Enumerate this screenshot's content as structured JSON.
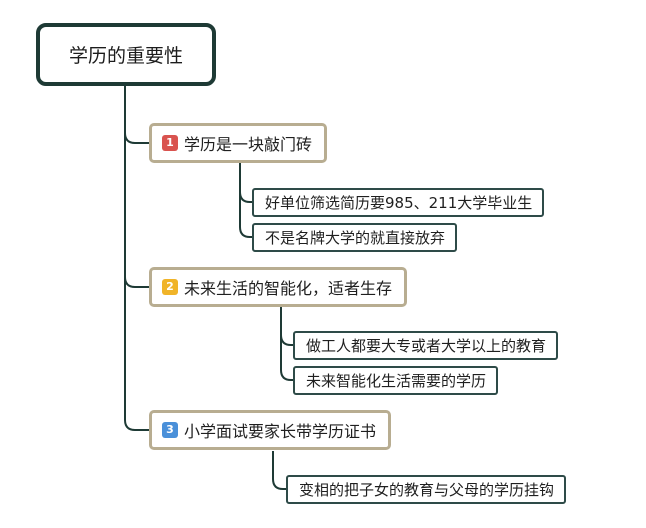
{
  "root": {
    "label": "学历的重要性"
  },
  "branches": [
    {
      "badge": "1",
      "badge_color": "#d9534f",
      "label": "学历是一块敲门砖",
      "children": [
        "好单位筛选简历要985、211大学毕业生",
        "不是名牌大学的就直接放弃"
      ]
    },
    {
      "badge": "2",
      "badge_color": "#f0b429",
      "label": "未来生活的智能化，适者生存",
      "children": [
        "做工人都要大专或者大学以上的教育",
        "未来智能化生活需要的学历"
      ]
    },
    {
      "badge": "3",
      "badge_color": "#4a90d9",
      "label": "小学面试要家长带学历证书",
      "children": [
        "变相的把子女的教育与父母的学历挂钩"
      ]
    }
  ],
  "colors": {
    "connector": "#1e3a35",
    "root_border": "#1e3a35",
    "branch_border": "#b8ad91",
    "leaf_border": "#2e4b48"
  }
}
